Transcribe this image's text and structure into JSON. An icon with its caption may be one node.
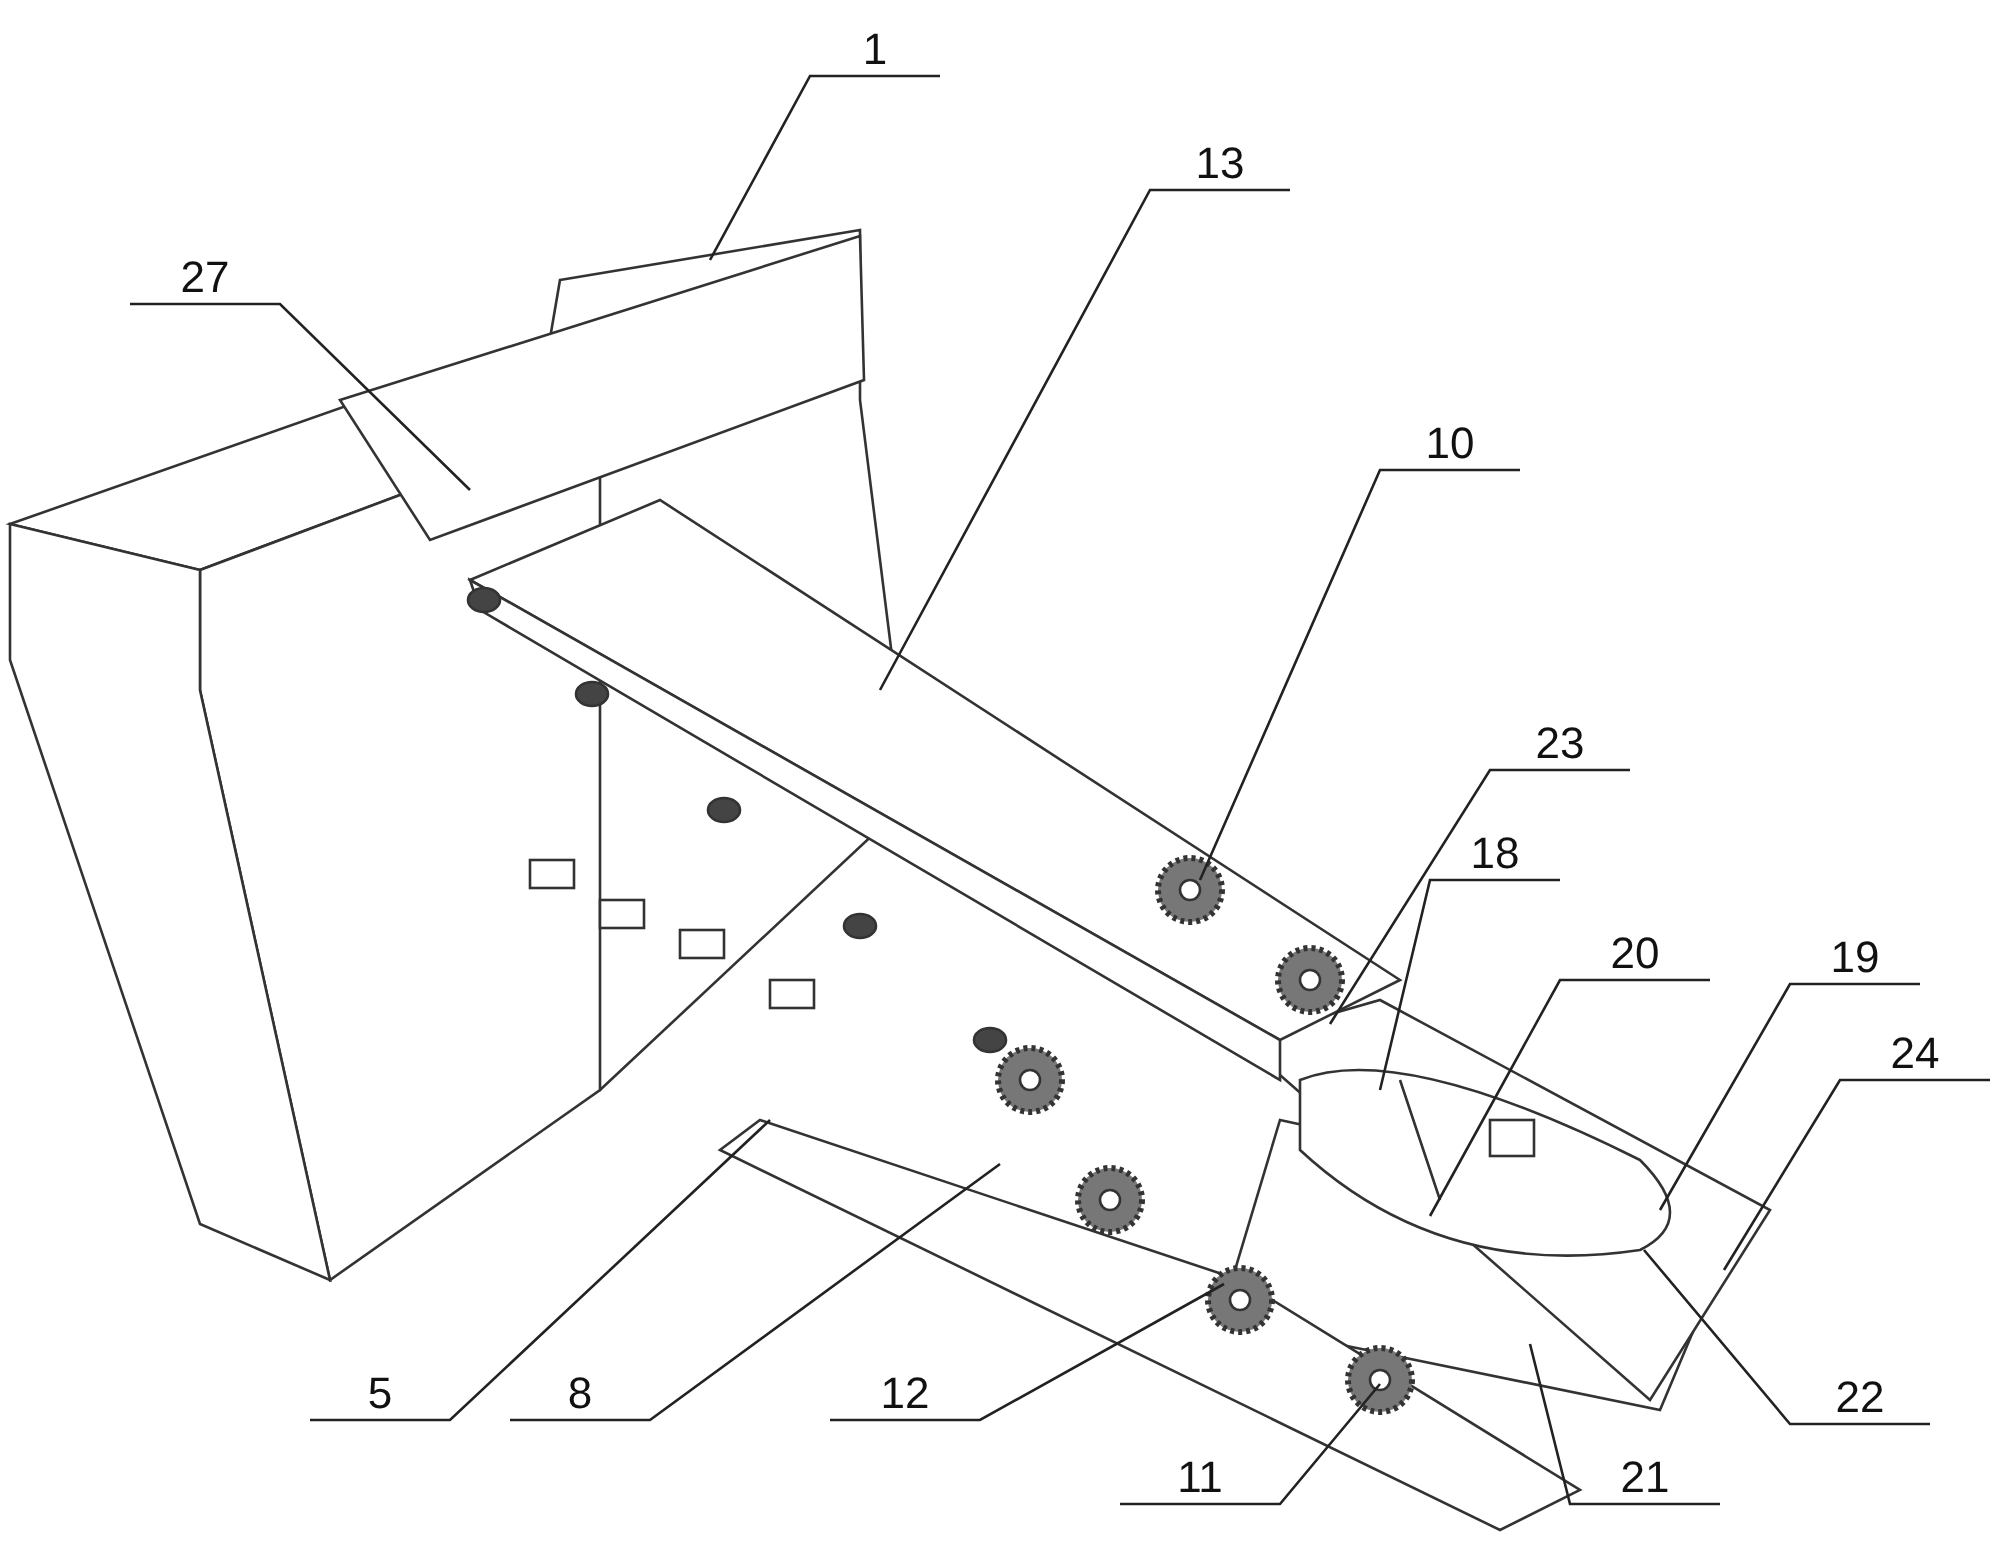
{
  "diagram": {
    "nodes": [
      {
        "text": [
          "1"
        ]
      },
      {
        "text": [
          "13"
        ]
      },
      {
        "text": [
          "27"
        ]
      },
      {
        "text": [
          "10"
        ]
      },
      {
        "text": [
          "23"
        ]
      },
      {
        "text": [
          "18"
        ]
      },
      {
        "text": [
          "20"
        ]
      },
      {
        "text": [
          "19"
        ]
      },
      {
        "text": [
          "24"
        ]
      },
      {
        "text": [
          "5"
        ]
      },
      {
        "text": [
          "8"
        ]
      },
      {
        "text": [
          "12"
        ]
      },
      {
        "text": [
          "22"
        ]
      },
      {
        "text": [
          "11"
        ]
      },
      {
        "text": [
          "21"
        ]
      }
    ],
    "edges": [
      {
        "from": 0,
        "to": null,
        "arrow": "none"
      },
      {
        "from": 1,
        "to": null,
        "arrow": "none"
      },
      {
        "from": 2,
        "to": null,
        "arrow": "none"
      },
      {
        "from": 3,
        "to": null,
        "arrow": "none"
      },
      {
        "from": 4,
        "to": null,
        "arrow": "none"
      },
      {
        "from": 5,
        "to": null,
        "arrow": "none"
      },
      {
        "from": 6,
        "to": null,
        "arrow": "none"
      },
      {
        "from": 7,
        "to": null,
        "arrow": "none"
      },
      {
        "from": 8,
        "to": null,
        "arrow": "none"
      },
      {
        "from": 9,
        "to": null,
        "arrow": "none"
      },
      {
        "from": 10,
        "to": null,
        "arrow": "none"
      },
      {
        "from": 11,
        "to": null,
        "arrow": "none"
      },
      {
        "from": 12,
        "to": null,
        "arrow": "none"
      },
      {
        "from": 13,
        "to": null,
        "arrow": "none"
      },
      {
        "from": 14,
        "to": null,
        "arrow": "none"
      }
    ]
  }
}
